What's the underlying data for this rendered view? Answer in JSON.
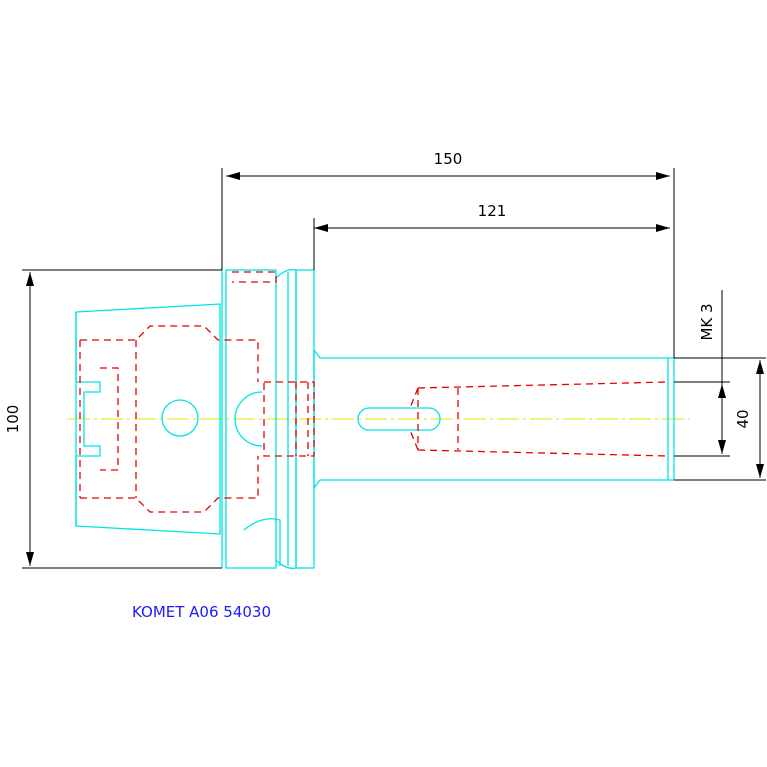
{
  "dimensions": {
    "overall_length": "150",
    "shank_length": "121",
    "flange_diameter": "100",
    "bore_diameter": "40",
    "taper": "MK 3"
  },
  "title": "KOMET A06 54030",
  "colors": {
    "outline": "#00e5e5",
    "hidden_lines": "#e60000",
    "center_line": "#e6e600",
    "dimension": "#000000",
    "label": "#1a1aff"
  }
}
